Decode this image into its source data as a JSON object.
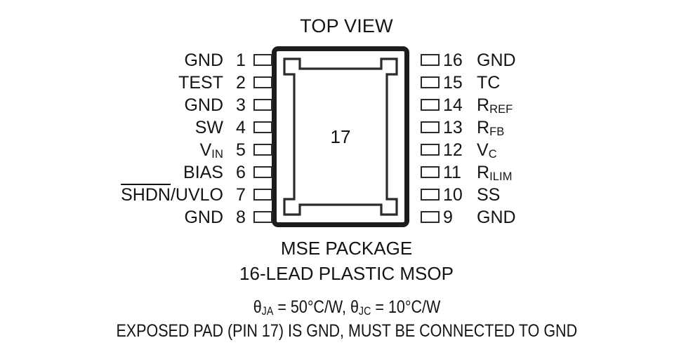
{
  "title": "TOP VIEW",
  "package": {
    "center_pad_number": "17",
    "name_line1": "MSE PACKAGE",
    "name_line2": "16-LEAD PLASTIC MSOP"
  },
  "thermal": {
    "theta": "θ",
    "ja_sub": "JA",
    "ja_value": "= 50°C/W,",
    "jc_sub": "JC",
    "jc_value": "= 10°C/W"
  },
  "note": "EXPOSED PAD (PIN 17) IS GND, MUST BE CONNECTED TO GND",
  "pins": {
    "left": [
      {
        "number": "1",
        "name": "GND",
        "sub": "",
        "overline": ""
      },
      {
        "number": "2",
        "name": "TEST",
        "sub": "",
        "overline": ""
      },
      {
        "number": "3",
        "name": "GND",
        "sub": "",
        "overline": ""
      },
      {
        "number": "4",
        "name": "SW",
        "sub": "",
        "overline": ""
      },
      {
        "number": "5",
        "name": "V",
        "sub": "IN",
        "overline": ""
      },
      {
        "number": "6",
        "name": "BIAS",
        "sub": "",
        "overline": ""
      },
      {
        "number": "7",
        "name": "/UVLO",
        "sub": "",
        "overline": "SHDN"
      },
      {
        "number": "8",
        "name": "GND",
        "sub": "",
        "overline": ""
      }
    ],
    "right": [
      {
        "number": "16",
        "name": "GND",
        "sub": ""
      },
      {
        "number": "15",
        "name": "TC",
        "sub": ""
      },
      {
        "number": "14",
        "name": "R",
        "sub": "REF"
      },
      {
        "number": "13",
        "name": "R",
        "sub": "FB"
      },
      {
        "number": "12",
        "name": "V",
        "sub": "C"
      },
      {
        "number": "11",
        "name": "R",
        "sub": "ILIM"
      },
      {
        "number": "10",
        "name": "SS",
        "sub": ""
      },
      {
        "number": "9",
        "name": "GND",
        "sub": ""
      }
    ]
  },
  "colors": {
    "ink": "#141414",
    "body_outline": "#1c1c1c",
    "lead_outline": "#2a2a2a",
    "background": "#ffffff"
  }
}
